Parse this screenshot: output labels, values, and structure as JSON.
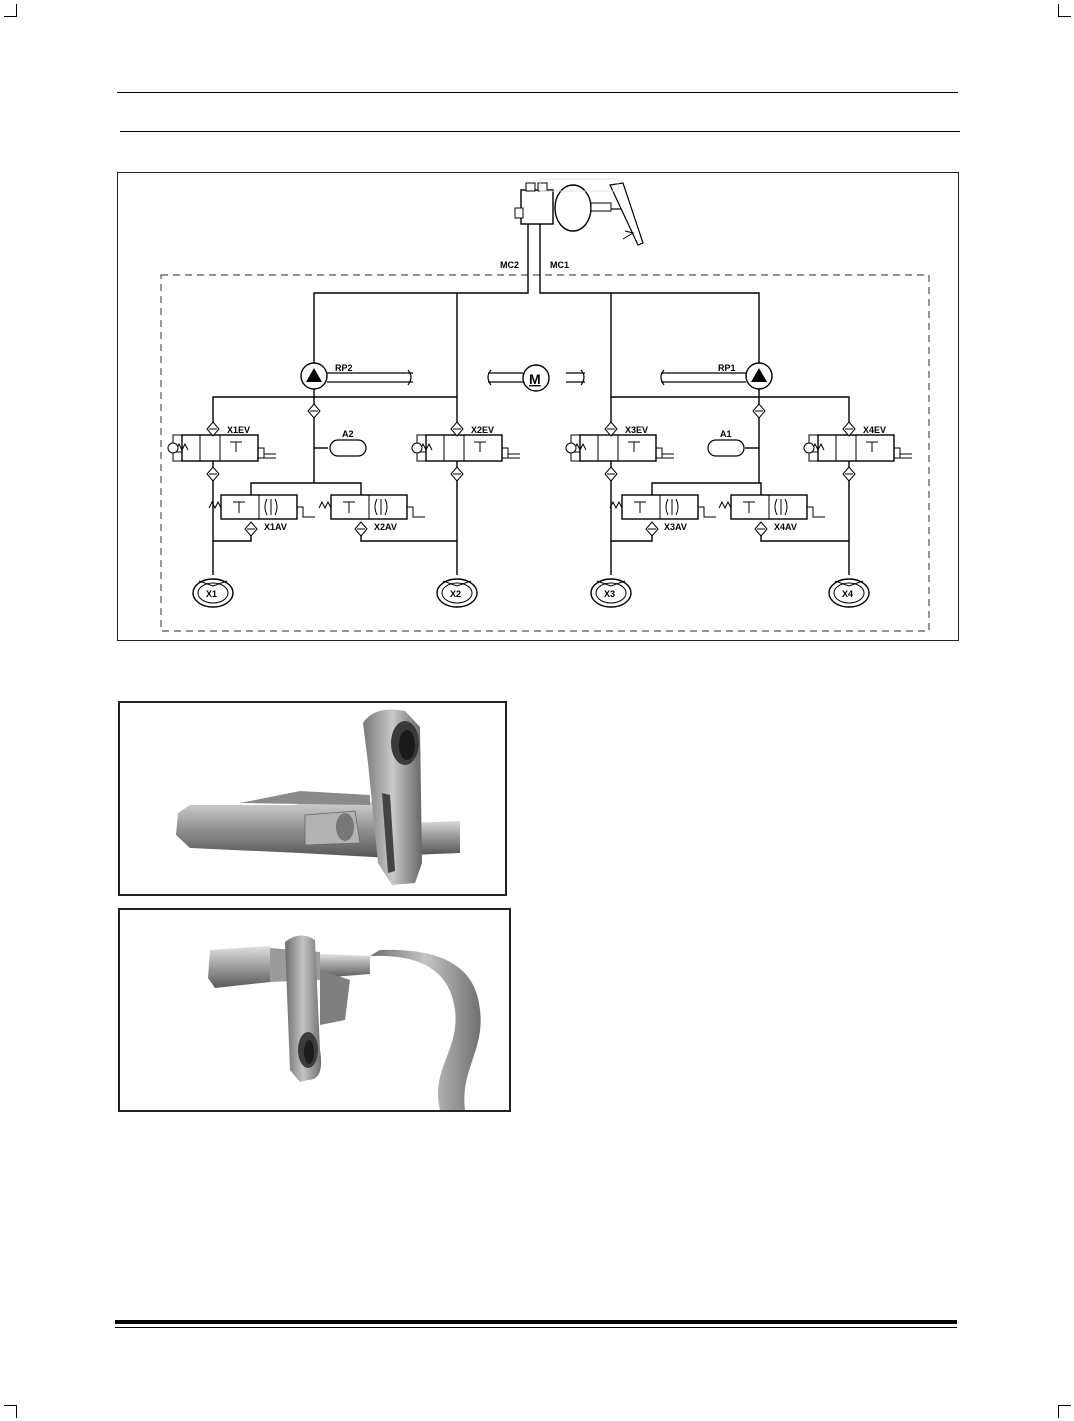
{
  "diagram": {
    "labels": {
      "mc2": "MC2",
      "mc1": "MC1",
      "rp2": "RP2",
      "rp1": "RP1",
      "motor": "M",
      "a2": "A2",
      "a1": "A1",
      "x1ev": "X1EV",
      "x2ev": "X2EV",
      "x3ev": "X3EV",
      "x4ev": "X4EV",
      "x1av": "X1AV",
      "x2av": "X2AV",
      "x3av": "X3AV",
      "x4av": "X4AV",
      "x1": "X1",
      "x2": "X2",
      "x3": "X3",
      "x4": "X4"
    }
  },
  "photos": {
    "photo1": "wheel speed sensor, straight connector",
    "photo2": "wheel speed sensor with cable"
  }
}
